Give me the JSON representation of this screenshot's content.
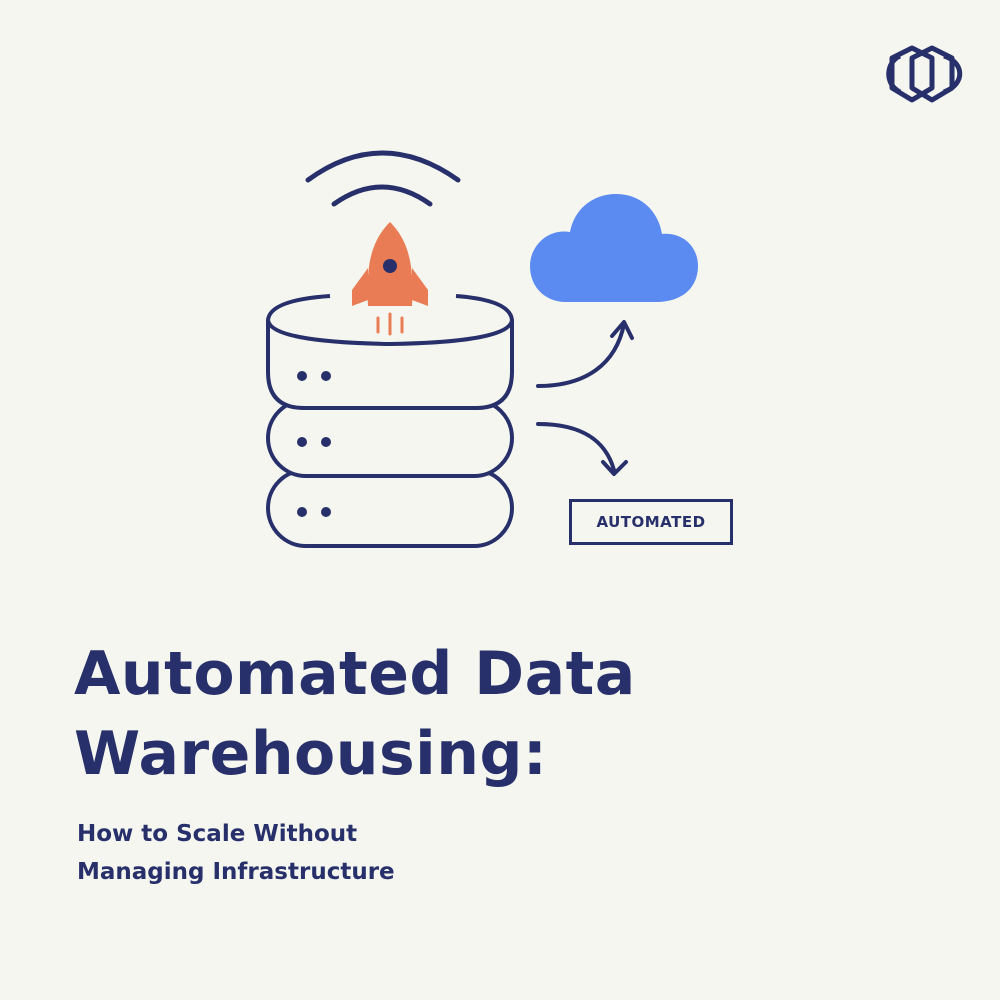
{
  "colors": {
    "background": "#f5f6ef",
    "navy": "#27306a",
    "rocket": "#ea7c55",
    "cloud": "#5b8bf0"
  },
  "icons": [
    "brand-logo-icon",
    "signal-waves-icon",
    "rocket-icon",
    "database-stack-icon",
    "cloud-icon",
    "arrow-up-icon",
    "arrow-down-icon"
  ],
  "badge": {
    "label": "AUTOMATED"
  },
  "headline": {
    "line1": "Automated Data",
    "line2": "Warehousing:"
  },
  "subheadline": {
    "line1": "How to Scale Without",
    "line2": "Managing Infrastructure"
  }
}
